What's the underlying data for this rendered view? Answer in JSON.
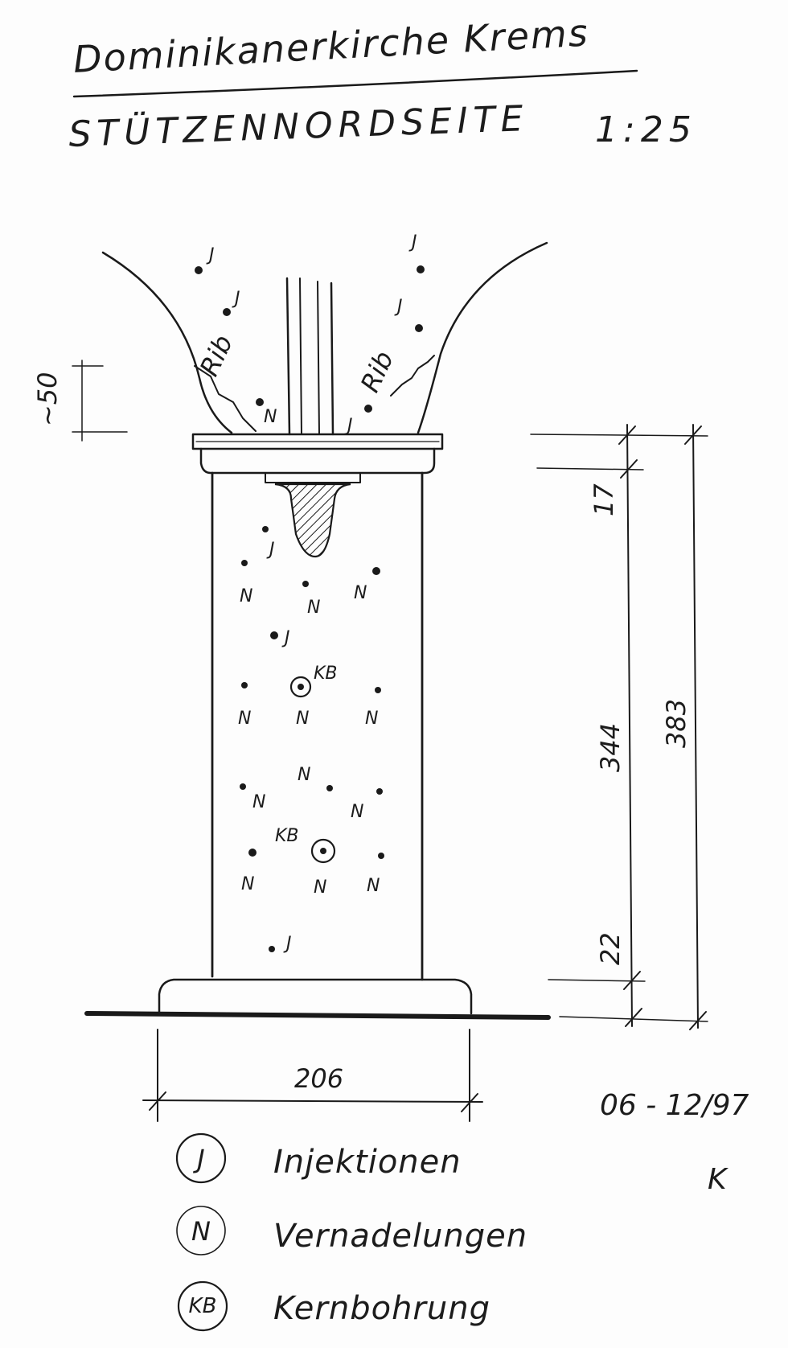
{
  "title": "Dominikanerkirche Krems",
  "subtitle": "STÜTZENNORDSEITE",
  "scale": "1:25",
  "date": "06 - 12/97",
  "signature": "K",
  "annotations": {
    "rib_left": "Rib",
    "rib_right": "Rib",
    "height_marker": "~50",
    "marker_injection": "J",
    "marker_nailing": "N",
    "marker_core": "KB"
  },
  "dimensions": {
    "capital_height": "17",
    "shaft_height": "344",
    "total_height": "383",
    "base_height": "22",
    "base_width": "206"
  },
  "legend": [
    {
      "symbol": "J",
      "label": "Injektionen"
    },
    {
      "symbol": "N",
      "label": "Vernadelungen"
    },
    {
      "symbol": "KB",
      "label": "Kernbohrung"
    }
  ],
  "colors": {
    "ink": "#1a1a1a",
    "paper": "#fdfdfd"
  }
}
